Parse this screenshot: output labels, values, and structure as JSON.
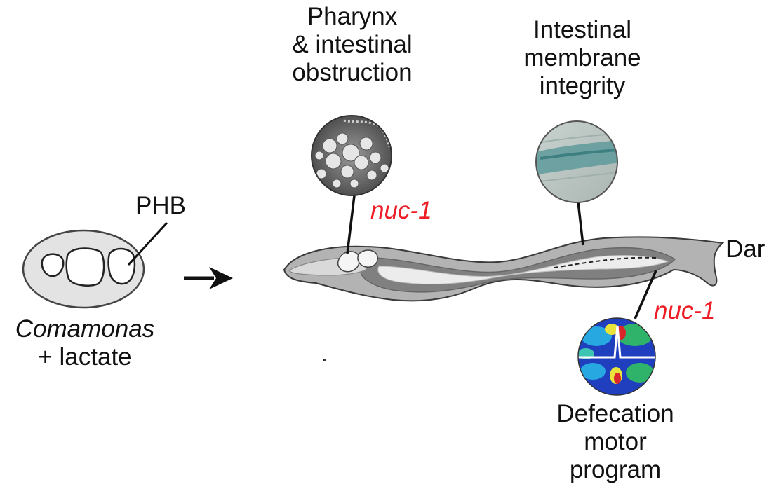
{
  "labels": {
    "pharynx_title": [
      "Pharynx",
      "& intestinal",
      "obstruction"
    ],
    "intestinal_title": [
      "Intestinal",
      "membrane",
      "integrity"
    ],
    "defecation_title": [
      "Defecation",
      "motor",
      "program"
    ],
    "nuc1_top": "nuc-1",
    "nuc1_bottom": "nuc-1",
    "dar": "Dar",
    "phb": "PHB",
    "bacteria_name": "Comamonas",
    "bacteria_supplement": "+ lactate"
  },
  "colors": {
    "gene_label": "#ee1c25",
    "worm_body": "#b3b3b3",
    "worm_gut": "#808080",
    "worm_lumen": "#ececec",
    "bacterium_fill": "#e3e3e3"
  },
  "icons": {
    "arrow": "right-arrow-icon",
    "sem_image": "pharynx-micrograph-icon",
    "stain_image": "intestine-stain-icon",
    "heatmap_image": "defecation-heatmap-icon"
  }
}
